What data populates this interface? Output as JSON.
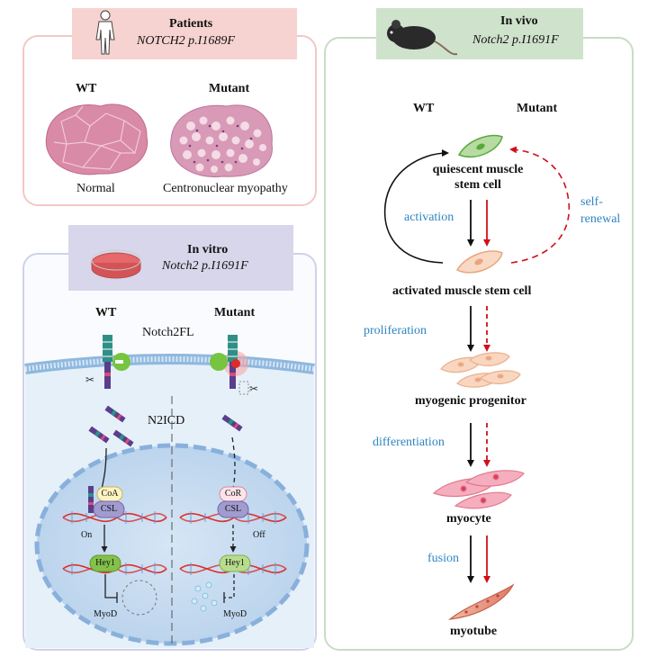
{
  "patients": {
    "title": "Patients",
    "variant": "NOTCH2 p.I1689F",
    "wt_label": "WT",
    "mutant_label": "Mutant",
    "wt_phenotype": "Normal",
    "mutant_phenotype": "Centronuclear myopathy"
  },
  "in_vitro": {
    "title": "In vitro",
    "variant": "Notch2 p.I1691F",
    "wt_label": "WT",
    "mutant_label": "Mutant",
    "receptor_label": "Notch2FL",
    "icd_label": "N2ICD",
    "coactivator": "CoA",
    "corepressor": "CoR",
    "csl": "CSL",
    "state_on": "On",
    "state_off": "Off",
    "target_gene": "Hey1",
    "downstream_gene": "MyoD"
  },
  "in_vivo": {
    "title": "In vivo",
    "variant": "Notch2 p.I1691F",
    "wt_label": "WT",
    "mutant_label": "Mutant",
    "stages": [
      "quiescent muscle stem cell",
      "activated muscle stem cell",
      "myogenic progenitor",
      "myocyte",
      "myotube"
    ],
    "transitions": [
      "activation",
      "proliferation",
      "differentiation",
      "fusion"
    ],
    "self_renewal": "self-\nrenewal"
  },
  "colors": {
    "wt_arrow": "#111111",
    "mutant_arrow": "#d0101a",
    "process_text": "#2e86c1",
    "patients_header": "#f6d3d0",
    "vitro_header": "#d8d6ea",
    "vivo_header": "#cfe3cc"
  },
  "icons": {
    "patients": "human-figure-icon",
    "in_vitro": "petri-dish-icon",
    "in_vivo": "mouse-icon"
  }
}
